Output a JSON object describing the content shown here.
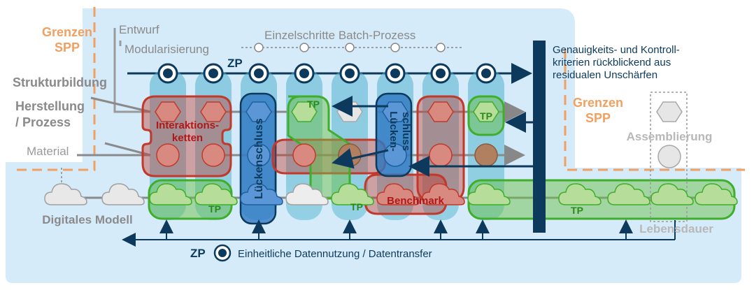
{
  "labels": {
    "grenzen_left": [
      "Grenzen",
      "SPP"
    ],
    "grenzen_right": [
      "Grenzen",
      "SPP"
    ],
    "entwurf": "Entwurf",
    "modularisierung": "Modularisierung",
    "einzelschritte": "Einzelschritte Batch-Prozess",
    "zp_top": "ZP",
    "genauigkeit": [
      "Genauigkeits- und Kontroll-",
      "kriterien rückblickend aus",
      "residualen Unschärfen"
    ],
    "strukturbildung": "Strukturbildung",
    "herstellung": [
      "Herstellung",
      "/ Prozess"
    ],
    "material": "Material",
    "interaktionsketten": [
      "Interaktions-",
      "ketten"
    ],
    "lueckenschluss_long": "Lückenschluss",
    "lueckenschluss_break": [
      "Lücken-",
      "schluss"
    ],
    "tp": "TP",
    "benchmark": "Benchmark",
    "assemblierung": "Assemblierung",
    "lebensdauer": "Lebensdauer",
    "digitales_modell": "Digitales Modell",
    "zp_bottom": "ZP",
    "datennutzung": "Einheitliche Datennutzung / Datentransfer"
  },
  "colors": {
    "boundary_orange": "#f0a060",
    "dark_navy": "#0d3a5c",
    "grey_label": "#8a8a8a",
    "red_module": "#c0392b",
    "green_module": "#3fae2a",
    "blue_module": "#2f78c4",
    "teal_column": "#6fc0d4",
    "background_blue": "#d6ebfa"
  }
}
